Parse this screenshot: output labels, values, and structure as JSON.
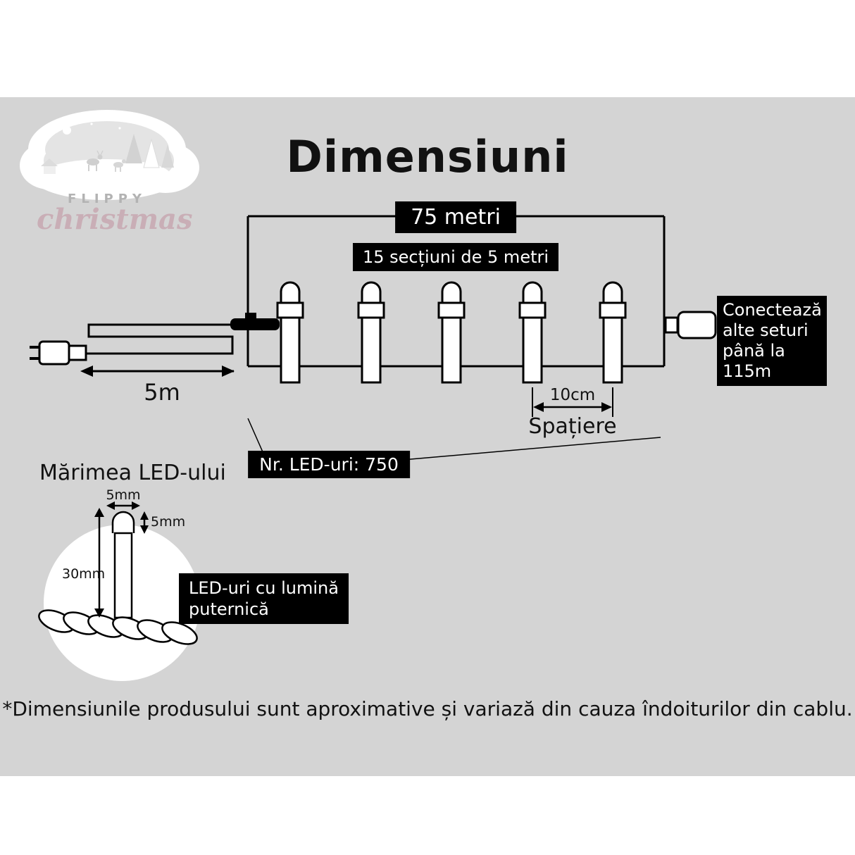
{
  "header": {
    "title": "Dimensiuni"
  },
  "logo": {
    "brand": "FLIPPY",
    "script": "christmas"
  },
  "diagram": {
    "total_length": "75 metri",
    "sections": "15 secțiuni de 5 metri",
    "lead_length": "5m",
    "spacing_value": "10cm",
    "spacing_caption": "Spațiere",
    "led_count": "Nr. LED-uri: 750",
    "connect_lines": [
      "Conectează",
      "alte seturi",
      "până la 115m"
    ]
  },
  "led_detail": {
    "title": "Mărimea LED-ului",
    "width": "5mm",
    "tip_height": "5mm",
    "total_height": "30mm",
    "note_lines": [
      "LED-uri cu lumină",
      "puternică"
    ]
  },
  "footnote": "*Dimensiunile produsului sunt aproximative și variază din cauza îndoiturilor din cablu.",
  "colors": {
    "background_band": "#d4d4d4",
    "box_bg": "#000000",
    "box_text": "#ffffff"
  }
}
